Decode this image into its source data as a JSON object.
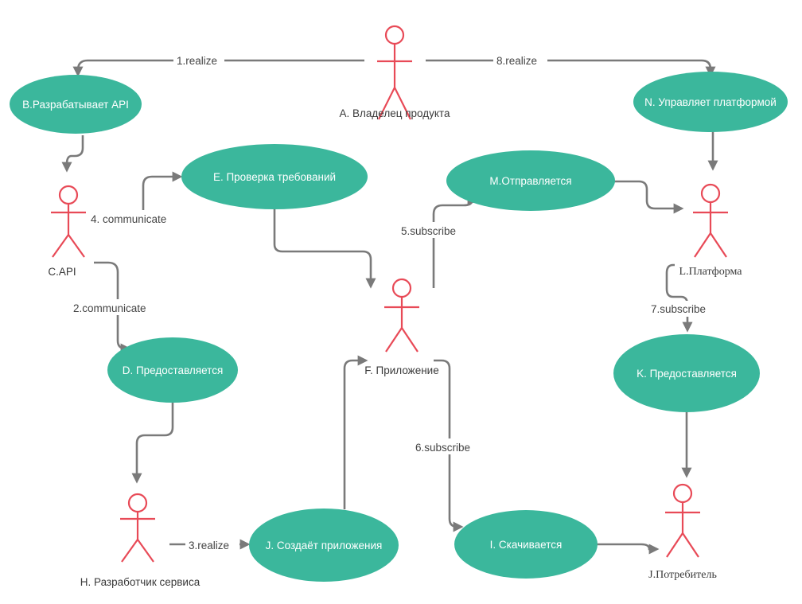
{
  "colors": {
    "use_case_fill": "#3bb79c",
    "actor_stroke": "#e84a57",
    "connector": "#7a7a7a"
  },
  "actors": {
    "a": "A. Владелец продукта",
    "c": "C.API",
    "f": "F. Приложение",
    "h": "H. Разработчик сервиса",
    "j": "J.Потребитель",
    "l": "L.Платформа"
  },
  "use_cases": {
    "b": "B.Разрабатывает API",
    "d": "D. Предоставляется",
    "e": "E. Проверка требований",
    "i": "I. Скачивается",
    "j": "J. Создаёт приложения",
    "k": "K. Предоставляется",
    "m": "M.Отправляется",
    "n": "N. Управляет платформой"
  },
  "relations": {
    "r1": "1.realize",
    "r2": "2.communicate",
    "r3": "3.realize",
    "r4": "4. communicate",
    "r5": "5.subscribe",
    "r6": "6.subscribe",
    "r7": "7.subscribe",
    "r8": "8.realize"
  }
}
